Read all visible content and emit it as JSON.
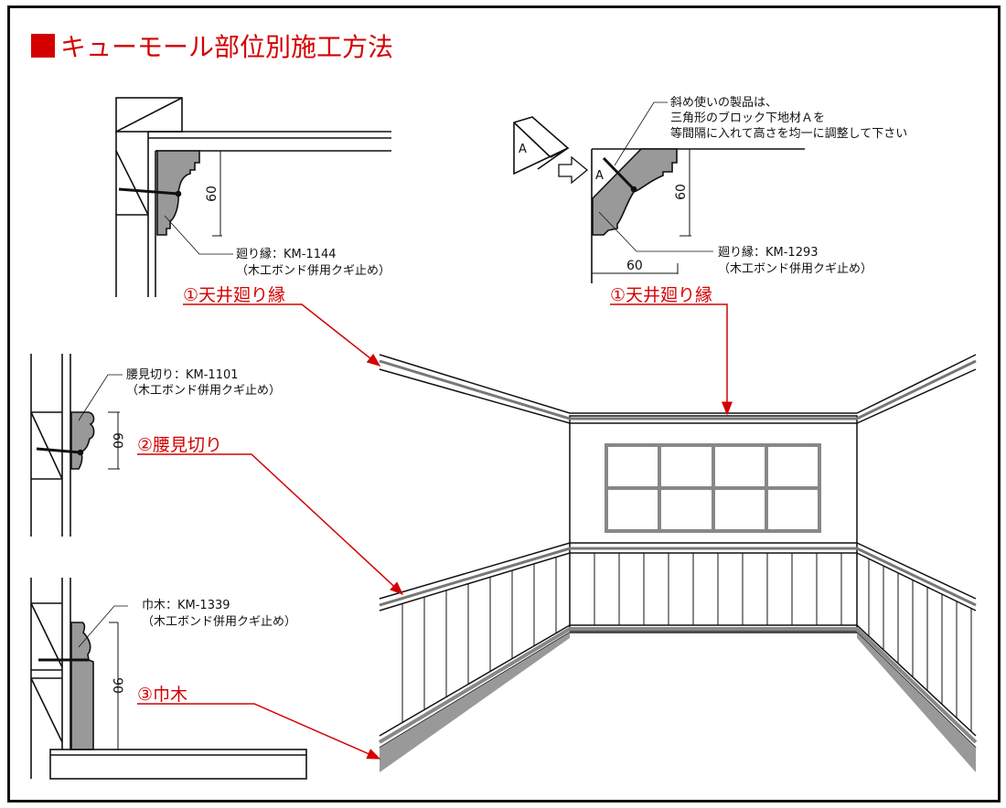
{
  "title": "キューモール部位別施工方法",
  "colors": {
    "accent": "#d40000",
    "molding": "#999999",
    "line": "#111111"
  },
  "details": {
    "ceiling_a": {
      "line1": "廻り縁：KM-1144",
      "line2": "（木工ボンド併用クギ止め）",
      "dim": "60"
    },
    "ceiling_b": {
      "line1": "廻り縁：KM-1293",
      "line2": "（木工ボンド併用クギ止め）",
      "dim_v": "60",
      "dim_h": "60",
      "block_label": "A",
      "note": [
        "斜め使いの製品は、",
        "三角形のブロック下地材Ａを",
        "等間隔に入れて高さを均一に調整して下さい"
      ]
    },
    "chair_rail": {
      "line1": "腰見切り：KM-1101",
      "line2": "（木工ボンド併用クギ止め）",
      "dim": "60"
    },
    "baseboard": {
      "line1": "巾木：KM-1339",
      "line2": "（木工ボンド併用クギ止め）",
      "dim": "90"
    }
  },
  "labels": {
    "ceiling_left": "①天井廻り縁",
    "ceiling_right": "①天井廻り縁",
    "chair": "②腰見切り",
    "base": "③巾木"
  }
}
